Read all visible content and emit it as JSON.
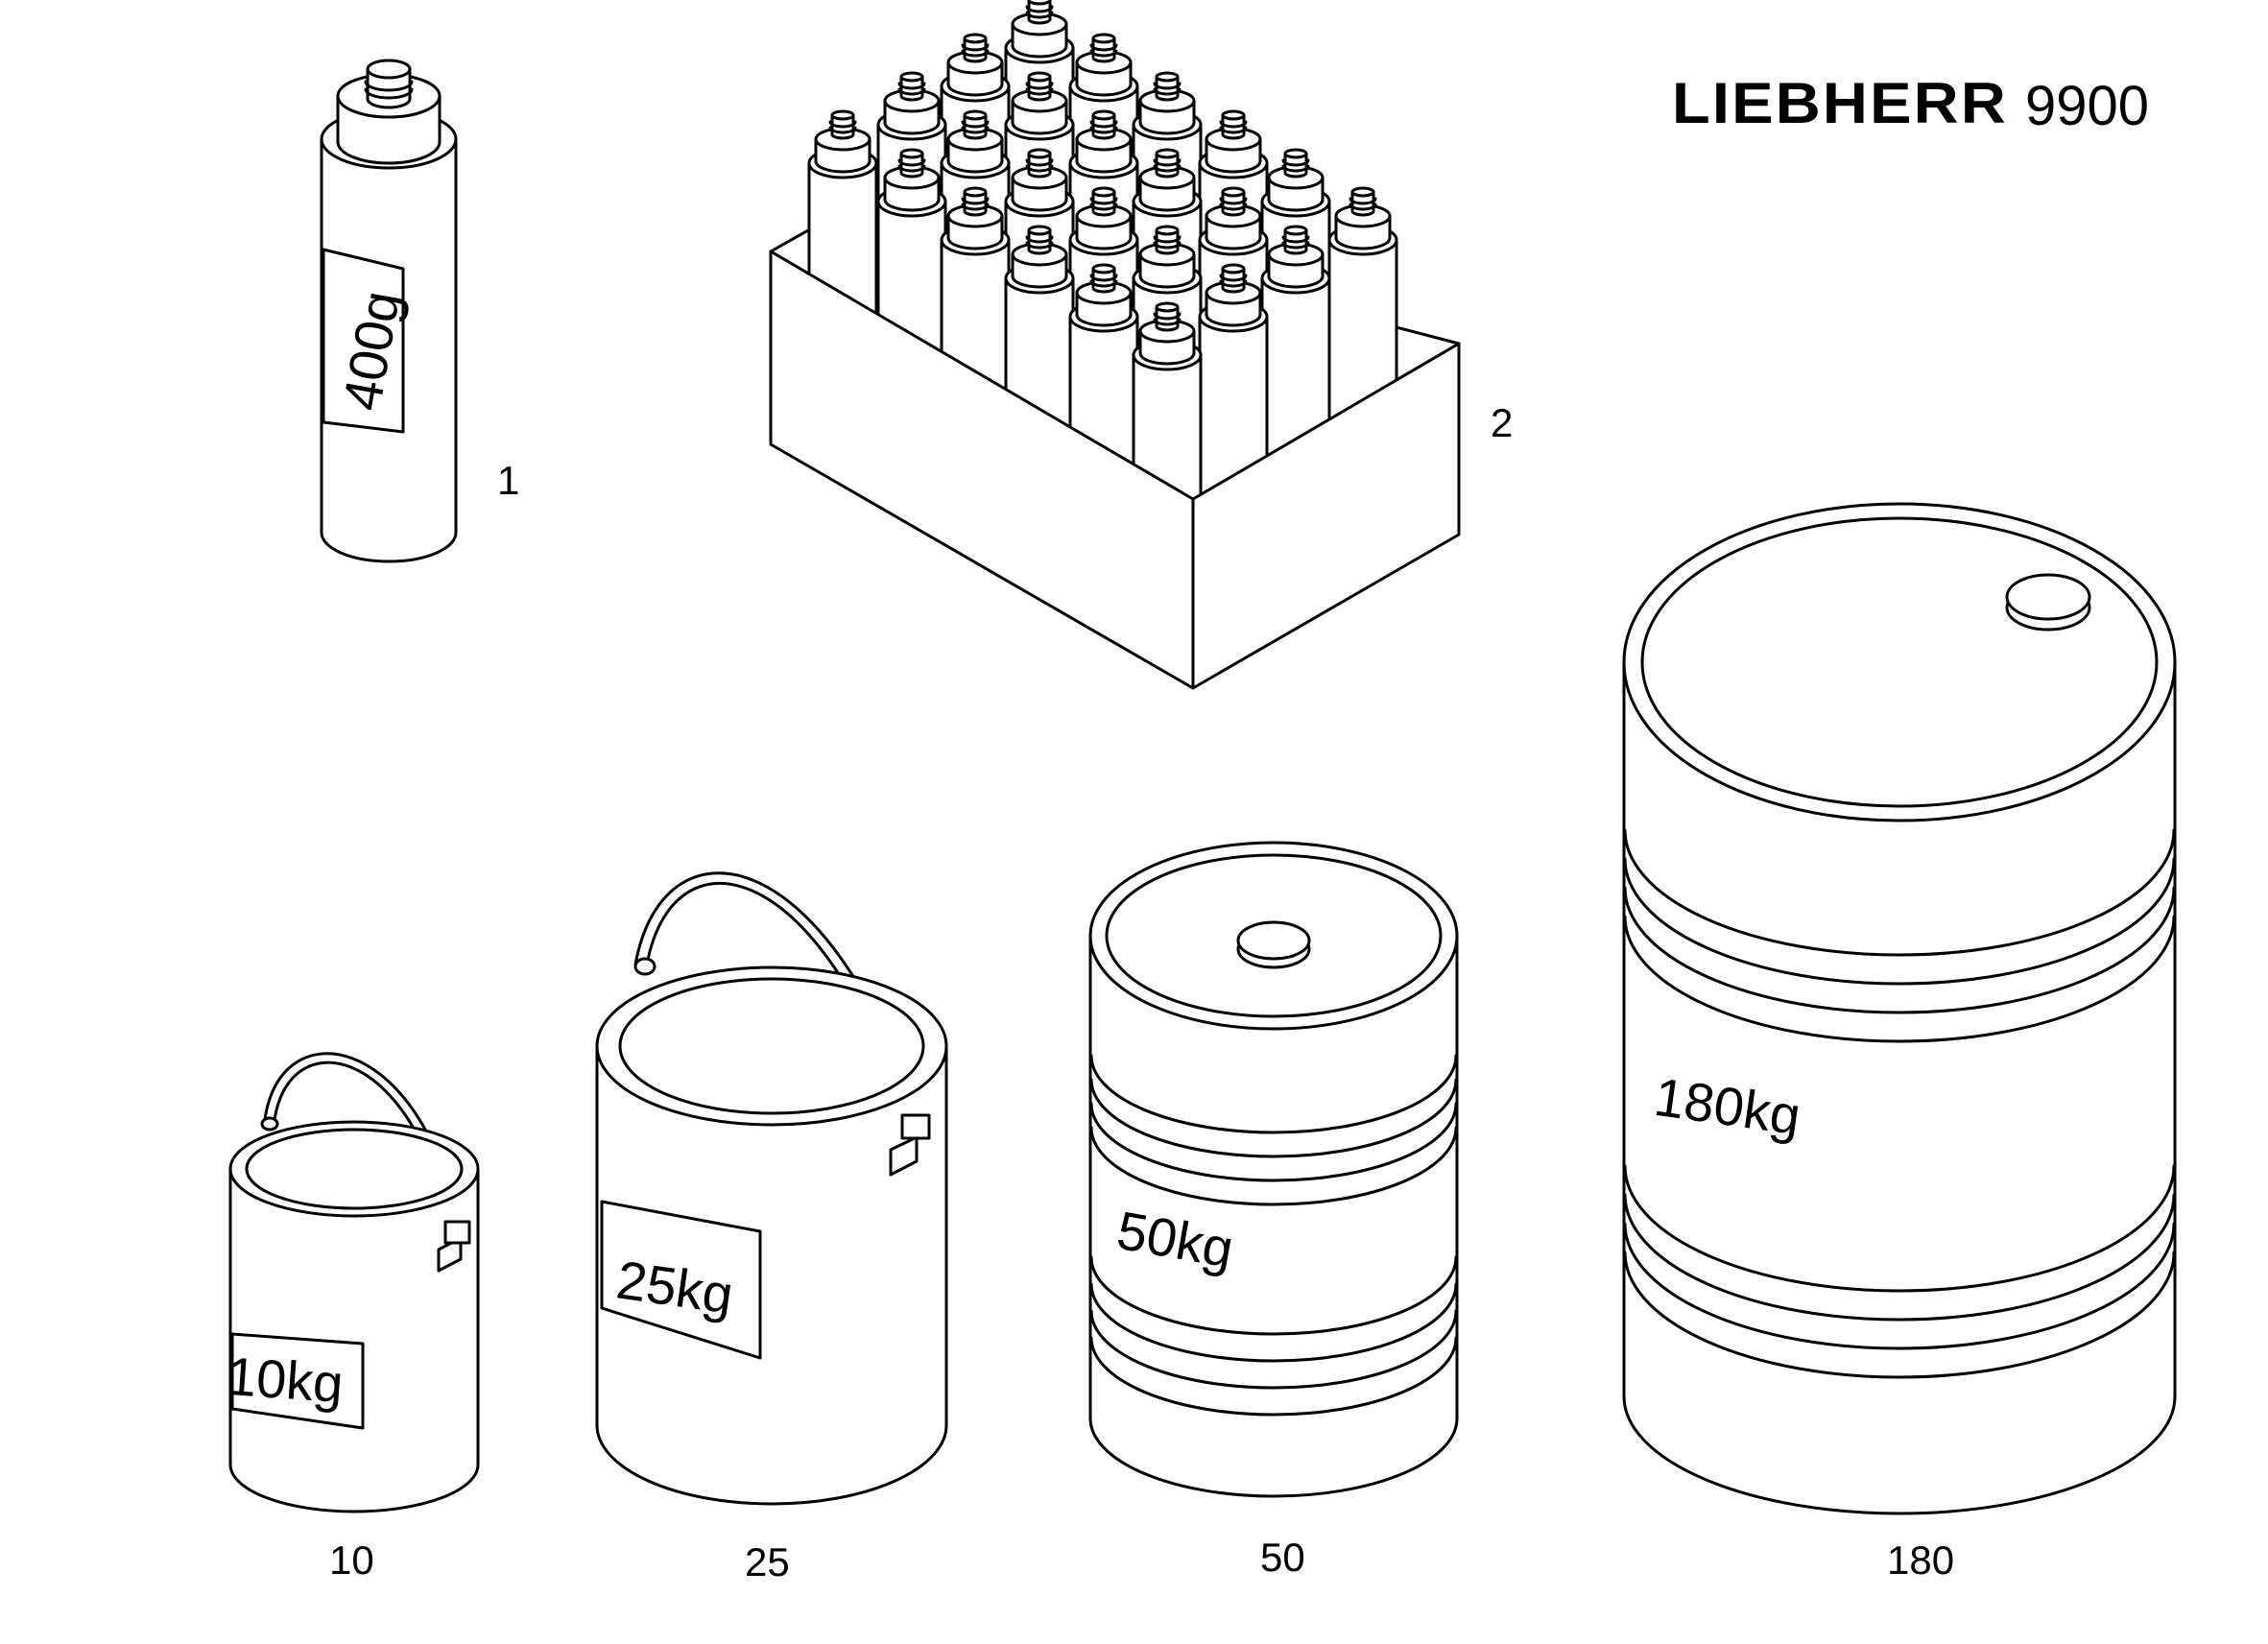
{
  "header": {
    "brand": "LIEBHERR",
    "model": "9900"
  },
  "items": [
    {
      "callout": "1",
      "label": "400g"
    },
    {
      "callout": "2",
      "label": ""
    },
    {
      "callout": "10",
      "label": "10kg"
    },
    {
      "callout": "25",
      "label": "25kg"
    },
    {
      "callout": "50",
      "label": "50kg"
    },
    {
      "callout": "180",
      "label": "180kg"
    }
  ]
}
